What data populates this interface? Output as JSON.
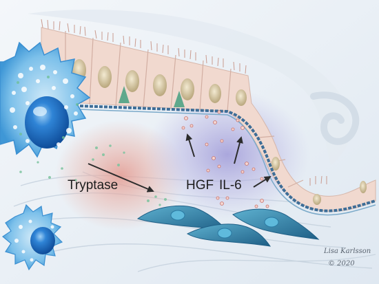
{
  "labels": {
    "tryptase": "Tryptase",
    "hgf": "HGF",
    "il6": "IL-6"
  },
  "signature": {
    "name": "Lisa Karlsson",
    "year": "© 2020"
  },
  "colors": {
    "background": "#e9f0f6",
    "mast_cell": "#4aa3df",
    "mast_cell_nucleus": "#1f6fc2",
    "epithelium": "#f2d9cf",
    "epithelial_nucleus": "#d9c8a0",
    "basement_membrane": "#3f6f9a",
    "fibroblast": "#2f7fa3",
    "fibroblast_nucleus": "#58b8d8",
    "granule": "#cf7f7a",
    "red_glow": "#e7a69b",
    "purple_glow": "#a9a3d9",
    "arrow": "#2c2c2c"
  }
}
